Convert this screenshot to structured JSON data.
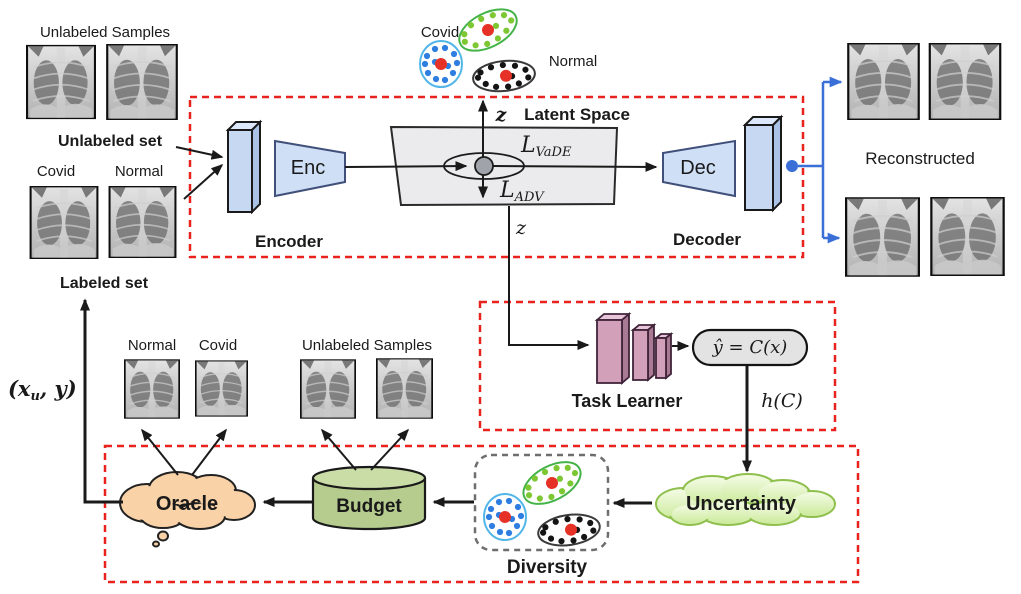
{
  "colors": {
    "dashed_red": "#e8231d",
    "line_black": "#1a1a1a",
    "blue_connector": "#3a6fd8",
    "enc_slab": "#c7d8f2",
    "enc_slab_top": "#dde9fa",
    "enc_slab_side": "#aac2e6",
    "trapezoid_fill": "#cfe0f6",
    "trapezoid_stroke": "#41507a",
    "latent_plane": "#ebebed",
    "latent_node": "#a0a4aa",
    "task_slab": "#d3a0ba",
    "task_slab_top": "#e8c5d8",
    "task_slab_side": "#a97a93",
    "pill_fill": "#e3e3e3",
    "oracle_fill": "#f9d2a8",
    "budget_fill": "#b5cc8e",
    "budget_top": "#cbdda6",
    "uncertainty_light": "#f3fbe3",
    "uncertainty_dark": "#cdeb9e",
    "uncertainty_stroke": "#8fbf4d",
    "diversity_stroke": "#6e6e6e",
    "cluster_blue_ring": "#53b6e8",
    "cluster_blue_dot": "#2e7de0",
    "cluster_green_ring": "#44b449",
    "cluster_green_dot": "#7dc832",
    "cluster_black_ring": "#3a3a3a",
    "cluster_black_dot": "#141414",
    "cluster_center_red": "#e63226",
    "annotation_red": "#e02020"
  },
  "top_left": {
    "title": "Unlabeled Samples",
    "unlabeled_set": "Unlabeled set",
    "covid": "Covid",
    "normal": "Normal",
    "labeled_set": "Labeled set"
  },
  "clusters": {
    "covid": "Covid",
    "normal": "Normal"
  },
  "autoencoder": {
    "encoder_label": "Encoder",
    "decoder_label": "Decoder",
    "enc": "Enc",
    "dec": "Dec",
    "latent_space": "Latent Space",
    "z_top": "z",
    "z_bottom": "z",
    "l_vade_main": "L",
    "l_vade_sub": "VaDE",
    "l_adv_main": "L",
    "l_adv_sub": "ADV"
  },
  "reconstruction": {
    "label": "Reconstructed"
  },
  "task_learner": {
    "title": "Task Learner",
    "prediction": "ŷ = C(x)",
    "uncertainty_fn": "h(C)"
  },
  "active_learning": {
    "oracle": "Oracle",
    "budget": "Budget",
    "diversity": "Diversity",
    "uncertainty": "Uncertainty"
  },
  "bottom_samples": {
    "annotation_open": "(x",
    "annotation_sub": "u",
    "annotation_close": ", y)",
    "normal": "Normal",
    "covid": "Covid",
    "unlabeled": "Unlabeled Samples"
  }
}
